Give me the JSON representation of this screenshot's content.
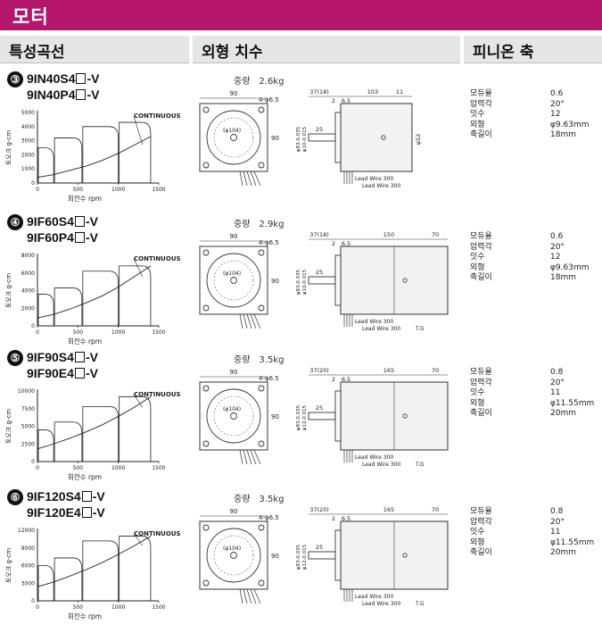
{
  "page_title": "모터",
  "columns": [
    "특성곡선",
    "외형 치수",
    "피니온 축"
  ],
  "colors": {
    "banner": "#b5156b",
    "header_bg": "#e6e6e6"
  },
  "chart_common": {
    "ylabel": "토오크 g-cm",
    "xlabel": "회전수 rpm",
    "x_ticks": [
      "0",
      "500",
      "1000",
      "1500"
    ],
    "curve_label": "CONTINUOUS"
  },
  "drawing_common": {
    "lead_wire_label": "Lead Wire 300",
    "tg_label": "T.G",
    "flange_label": "90",
    "bolt_label": "4-φ6.5",
    "dim_25": "25",
    "dim_2": "2",
    "dim_6_5": "6.5"
  },
  "spec_labels": [
    "모듀율",
    "압력각",
    "잇수",
    "외형",
    "축길이"
  ],
  "sections": [
    {
      "num": "③",
      "model_a": "9IN40S4",
      "model_b": "9IN40P4",
      "suffix": "-V",
      "weight_label": "중량",
      "weight": "2.6kg",
      "chart_data": {
        "type": "line",
        "ylabel": "토오크 g-cm",
        "xlabel": "회전수 rpm",
        "xlim": [
          0,
          1500
        ],
        "ylim": [
          0,
          5000
        ],
        "y_ticks": [
          "5000",
          "4000",
          "3000",
          "2000",
          "1000",
          "0"
        ],
        "x_ticks": [
          "0",
          "500",
          "1000",
          "1500"
        ],
        "curve_label": "CONTINUOUS",
        "continuous": {
          "x": [
            0,
            200,
            400,
            600,
            800,
            1000,
            1200,
            1400
          ],
          "y": [
            400,
            600,
            900,
            1200,
            1600,
            2100,
            2700,
            3300
          ]
        },
        "limit_steps": [
          {
            "x_start": 0,
            "x_end": 200,
            "y": 2500
          },
          {
            "x_start": 200,
            "x_end": 550,
            "y": 3200
          },
          {
            "x_start": 550,
            "x_end": 1000,
            "y": 4000
          },
          {
            "x_start": 1000,
            "x_end": 1400,
            "y": 4300
          }
        ]
      },
      "drawing": {
        "top_dims": [
          "37(18)",
          "103",
          "11"
        ],
        "face_dia": "(φ104)",
        "shaft_dims": [
          "φ83-0.035",
          "φ10-0.015"
        ],
        "right_dia": "φ52"
      },
      "pinion": {
        "module": "0.6",
        "pressure_angle": "20°",
        "teeth": "12",
        "outer_dia": "φ9.63mm",
        "shaft_len": "18mm"
      }
    },
    {
      "num": "④",
      "model_a": "9IF60S4",
      "model_b": "9IF60P4",
      "suffix": "-V",
      "weight_label": "중량",
      "weight": "2.9kg",
      "chart_data": {
        "type": "line",
        "ylabel": "토오크 g-cm",
        "xlabel": "회전수 rpm",
        "xlim": [
          0,
          1500
        ],
        "ylim": [
          0,
          8000
        ],
        "y_ticks": [
          "8000",
          "6000",
          "4000",
          "2000",
          "0"
        ],
        "x_ticks": [
          "0",
          "500",
          "1000",
          "1500"
        ],
        "curve_label": "CONTINUOUS",
        "continuous": {
          "x": [
            0,
            200,
            400,
            600,
            800,
            1000,
            1200,
            1400
          ],
          "y": [
            900,
            1300,
            1900,
            2600,
            3400,
            4400,
            5600,
            6800
          ]
        },
        "limit_steps": [
          {
            "x_start": 0,
            "x_end": 200,
            "y": 3600
          },
          {
            "x_start": 200,
            "x_end": 550,
            "y": 4300
          },
          {
            "x_start": 550,
            "x_end": 1000,
            "y": 6200
          },
          {
            "x_start": 1000,
            "x_end": 1400,
            "y": 6800
          }
        ]
      },
      "drawing": {
        "top_dims": [
          "37(18)",
          "150",
          "70"
        ],
        "face_dia": "(φ104)",
        "shaft_dims": [
          "φ83-0.035",
          "φ10-0.015"
        ],
        "right_dia": ""
      },
      "pinion": {
        "module": "0.6",
        "pressure_angle": "20°",
        "teeth": "12",
        "outer_dia": "φ9.63mm",
        "shaft_len": "18mm"
      }
    },
    {
      "num": "⑤",
      "model_a": "9IF90S4",
      "model_b": "9IF90E4",
      "suffix": "-V",
      "weight_label": "중량",
      "weight": "3.5kg",
      "chart_data": {
        "type": "line",
        "ylabel": "토오크 g-cm",
        "xlabel": "회전수 rpm",
        "xlim": [
          0,
          1500
        ],
        "ylim": [
          0,
          10000
        ],
        "y_ticks": [
          "10000",
          "7500",
          "5000",
          "2500",
          "0"
        ],
        "x_ticks": [
          "0",
          "500",
          "1000",
          "1500"
        ],
        "curve_label": "CONTINUOUS",
        "continuous": {
          "x": [
            0,
            200,
            400,
            600,
            800,
            1000,
            1200,
            1400
          ],
          "y": [
            1800,
            2500,
            3300,
            4200,
            5200,
            6400,
            7700,
            9200
          ]
        },
        "limit_steps": [
          {
            "x_start": 0,
            "x_end": 200,
            "y": 4500
          },
          {
            "x_start": 200,
            "x_end": 550,
            "y": 5600
          },
          {
            "x_start": 550,
            "x_end": 1000,
            "y": 7800
          },
          {
            "x_start": 1000,
            "x_end": 1400,
            "y": 9200
          }
        ]
      },
      "drawing": {
        "top_dims": [
          "37(20)",
          "165",
          "70"
        ],
        "face_dia": "(φ104)",
        "shaft_dims": [
          "φ83-0.035",
          "φ12-0.015"
        ],
        "right_dia": ""
      },
      "pinion": {
        "module": "0.8",
        "pressure_angle": "20°",
        "teeth": "11",
        "outer_dia": "φ11.55mm",
        "shaft_len": "20mm"
      }
    },
    {
      "num": "⑥",
      "model_a": "9IF120S4",
      "model_b": "9IF120E4",
      "suffix": "-V",
      "weight_label": "중량",
      "weight": "3.5kg",
      "chart_data": {
        "type": "line",
        "ylabel": "토오크 g-cm",
        "xlabel": "회전수 rpm",
        "xlim": [
          0,
          1500
        ],
        "ylim": [
          0,
          12000
        ],
        "y_ticks": [
          "12000",
          "9000",
          "6000",
          "3000",
          "0"
        ],
        "x_ticks": [
          "0",
          "500",
          "1000",
          "1500"
        ],
        "curve_label": "CONTINUOUS",
        "continuous": {
          "x": [
            0,
            200,
            400,
            600,
            800,
            1000,
            1200,
            1400
          ],
          "y": [
            2400,
            3200,
            4200,
            5300,
            6500,
            7900,
            9400,
            11000
          ]
        },
        "limit_steps": [
          {
            "x_start": 0,
            "x_end": 200,
            "y": 6000
          },
          {
            "x_start": 200,
            "x_end": 550,
            "y": 7300
          },
          {
            "x_start": 550,
            "x_end": 1000,
            "y": 10200
          },
          {
            "x_start": 1000,
            "x_end": 1400,
            "y": 11000
          }
        ]
      },
      "drawing": {
        "top_dims": [
          "37(20)",
          "165",
          "70"
        ],
        "face_dia": "(φ104)",
        "shaft_dims": [
          "φ83-0.035",
          "φ12-0.015"
        ],
        "right_dia": ""
      },
      "pinion": {
        "module": "0.8",
        "pressure_angle": "20°",
        "teeth": "11",
        "outer_dia": "φ11.55mm",
        "shaft_len": "20mm"
      }
    }
  ]
}
